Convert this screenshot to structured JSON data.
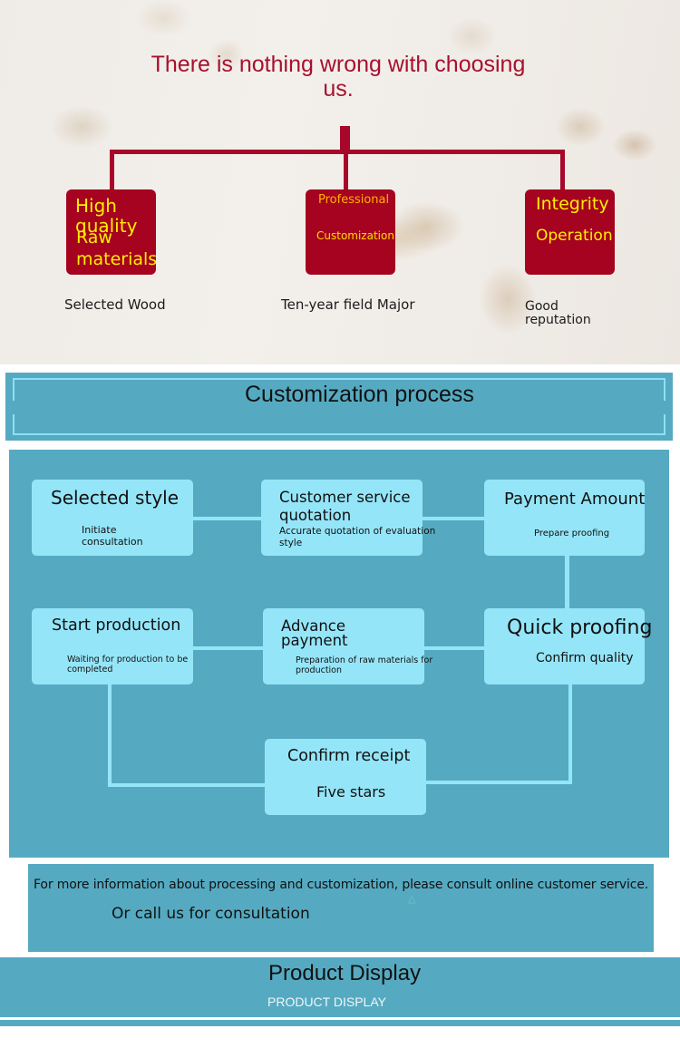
{
  "hero": {
    "title": "There is nothing wrong with choosing us.",
    "features": [
      {
        "lines": [
          "High",
          "quality",
          "Raw",
          "materials"
        ],
        "subtitle": "Selected Wood"
      },
      {
        "lines": [
          "Professional",
          "Customization"
        ],
        "subtitle": "Ten-year field Major"
      },
      {
        "lines": [
          "Integrity",
          "Operation"
        ],
        "subtitle_lines": [
          "Good",
          "reputation"
        ]
      }
    ]
  },
  "process": {
    "title": "Customization process",
    "steps": [
      {
        "title": "Selected style",
        "desc_lines": [
          "Initiate",
          "consultation"
        ]
      },
      {
        "title_lines": [
          "Customer service",
          "quotation"
        ],
        "desc_lines": [
          "Accurate quotation of evaluation",
          "style"
        ]
      },
      {
        "title": "Payment Amount",
        "desc": "Prepare proofing"
      },
      {
        "title": "Start production",
        "desc_lines": [
          "Waiting for production to be",
          "completed"
        ]
      },
      {
        "title_lines": [
          "Advance",
          "payment"
        ],
        "desc_lines": [
          "Preparation of raw materials for",
          "production"
        ]
      },
      {
        "title": "Quick proofing",
        "desc": "Confirm quality"
      },
      {
        "title": "Confirm receipt",
        "desc": "Five stars"
      }
    ]
  },
  "info": {
    "line1": "For more information about processing and customization, please consult online customer service.",
    "line2": "Or call us for consultation",
    "icon": "watermark-icon"
  },
  "product_display": {
    "title": "Product Display",
    "subtitle": "PRODUCT DISPLAY"
  },
  "colors": {
    "accent_red": "#a5031f",
    "feature_text": "#ffee00",
    "teal": "#55aac1",
    "light_cyan": "#95e5f8"
  }
}
